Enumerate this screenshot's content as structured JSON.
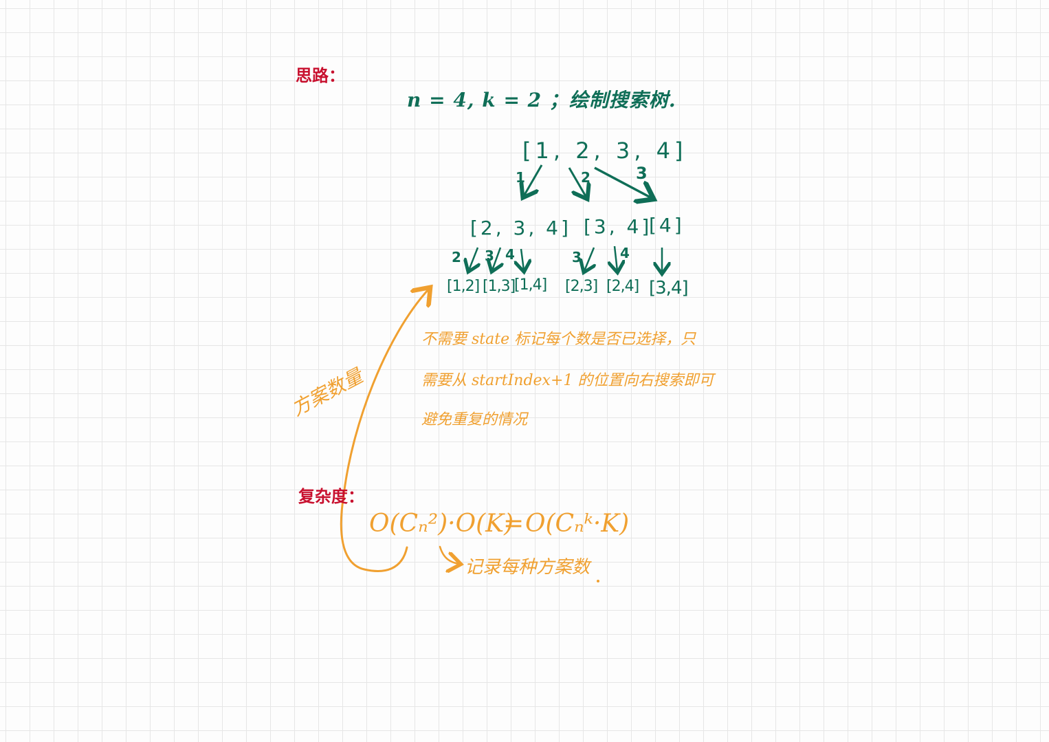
{
  "labels": {
    "idea": "思路：",
    "complexity": "复杂度："
  },
  "title": "n = 4, k = 2 ；绘制搜索树.",
  "tree": {
    "root": "[1, 2, 3, 4]",
    "root_edges": [
      "1",
      "2",
      "3"
    ],
    "level1": [
      "[2, 3, 4]",
      "[3, 4]",
      "[4]"
    ],
    "level1_edges": [
      "2",
      "3",
      "4",
      "3",
      "4"
    ],
    "leaves": [
      "[1,2]",
      "[1,3]",
      "[1,4]",
      "[2,3]",
      "[2,4]",
      "[3,4]"
    ]
  },
  "notes": {
    "line1": "不需要 state 标记每个数是否已选择，只",
    "line2": "需要从 startIndex+1 的位置向右搜索即可",
    "line3": "避免重复的情况",
    "side": "方案数量"
  },
  "complexity": {
    "formula_left": "O(Cₙ²)·O(K)",
    "equals": "=",
    "formula_right": "O(Cₙᵏ·K)",
    "annotation": "记录每种方案数"
  },
  "colors": {
    "red": "#c8102e",
    "green": "#0f6e57",
    "orange": "#f0a030",
    "grid": "#e6e6e6"
  }
}
